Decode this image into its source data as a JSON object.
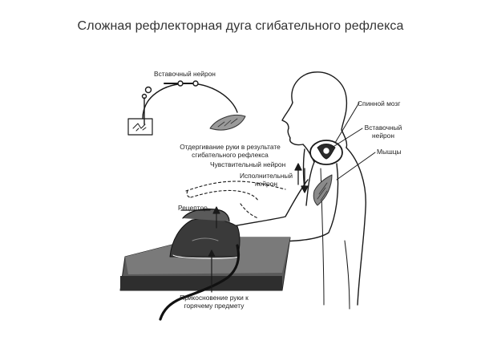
{
  "title": "Сложная рефлекторная дуга сгибательного рефлекса",
  "labels": {
    "interneuron_top": "Вставочный нейрон",
    "spinal_cord": "Спинной мозг",
    "interneuron_right_1": "Вставочный",
    "interneuron_right_2": "нейрон",
    "muscles": "Мышцы",
    "withdrawal_1": "Отдергивание руки в результате",
    "withdrawal_2": "сгибательного рефлекса",
    "sensory_neuron": "Чувствительный нейрон",
    "motor_neuron_1": "Исполнительный",
    "motor_neuron_2": "нейрон",
    "receptor": "Рецептор",
    "touch_1": "Прикосновение руки к",
    "touch_2": "горячему предмету"
  },
  "colors": {
    "line": "#1a1a1a",
    "board_top": "#6a6a6a",
    "board_side": "#2e2e2e",
    "iron": "#3a3a3a"
  },
  "icons": [
    "neuron-arc-icon",
    "muscle-icon",
    "spinal-cord-section-icon",
    "iron-icon",
    "person-outline"
  ]
}
